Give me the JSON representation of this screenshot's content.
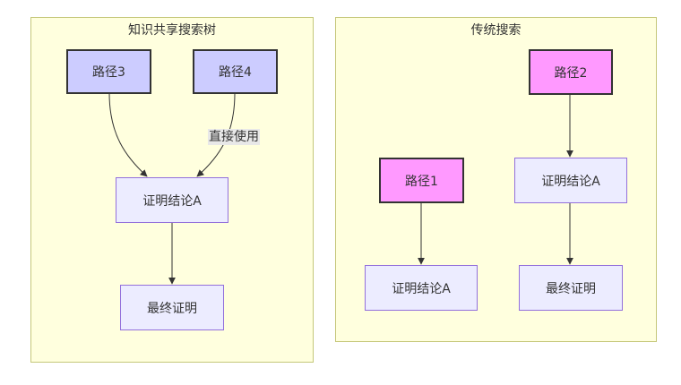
{
  "clusters": [
    {
      "title": "知识共享搜索树",
      "nodes": [
        {
          "id": "p3",
          "label": "路径3",
          "style": "blue"
        },
        {
          "id": "p4",
          "label": "路径4",
          "style": "blue"
        },
        {
          "id": "ca",
          "label": "证明结论A",
          "style": "default"
        },
        {
          "id": "fp",
          "label": "最终证明",
          "style": "default"
        }
      ],
      "edges": [
        {
          "from": "p3",
          "to": "ca",
          "label": ""
        },
        {
          "from": "p4",
          "to": "ca",
          "label": "直接使用"
        },
        {
          "from": "ca",
          "to": "fp",
          "label": ""
        }
      ]
    },
    {
      "title": "传统搜索",
      "nodes": [
        {
          "id": "p1",
          "label": "路径1",
          "style": "pink"
        },
        {
          "id": "p2",
          "label": "路径2",
          "style": "pink"
        },
        {
          "id": "ca2",
          "label": "证明结论A",
          "style": "default"
        },
        {
          "id": "ca1",
          "label": "证明结论A",
          "style": "default"
        },
        {
          "id": "fp2",
          "label": "最终证明",
          "style": "default"
        }
      ],
      "edges": [
        {
          "from": "p1",
          "to": "ca1",
          "label": ""
        },
        {
          "from": "p2",
          "to": "ca2",
          "label": ""
        },
        {
          "from": "ca2",
          "to": "fp2",
          "label": ""
        }
      ]
    }
  ],
  "colors": {
    "cluster_fill": "#ffffde",
    "cluster_border": "#c5c77a",
    "node_default_fill": "#ececff",
    "node_default_border": "#9370db",
    "node_blue_fill": "#ccccff",
    "node_pink_fill": "#ff99ff",
    "edge": "#333333"
  }
}
